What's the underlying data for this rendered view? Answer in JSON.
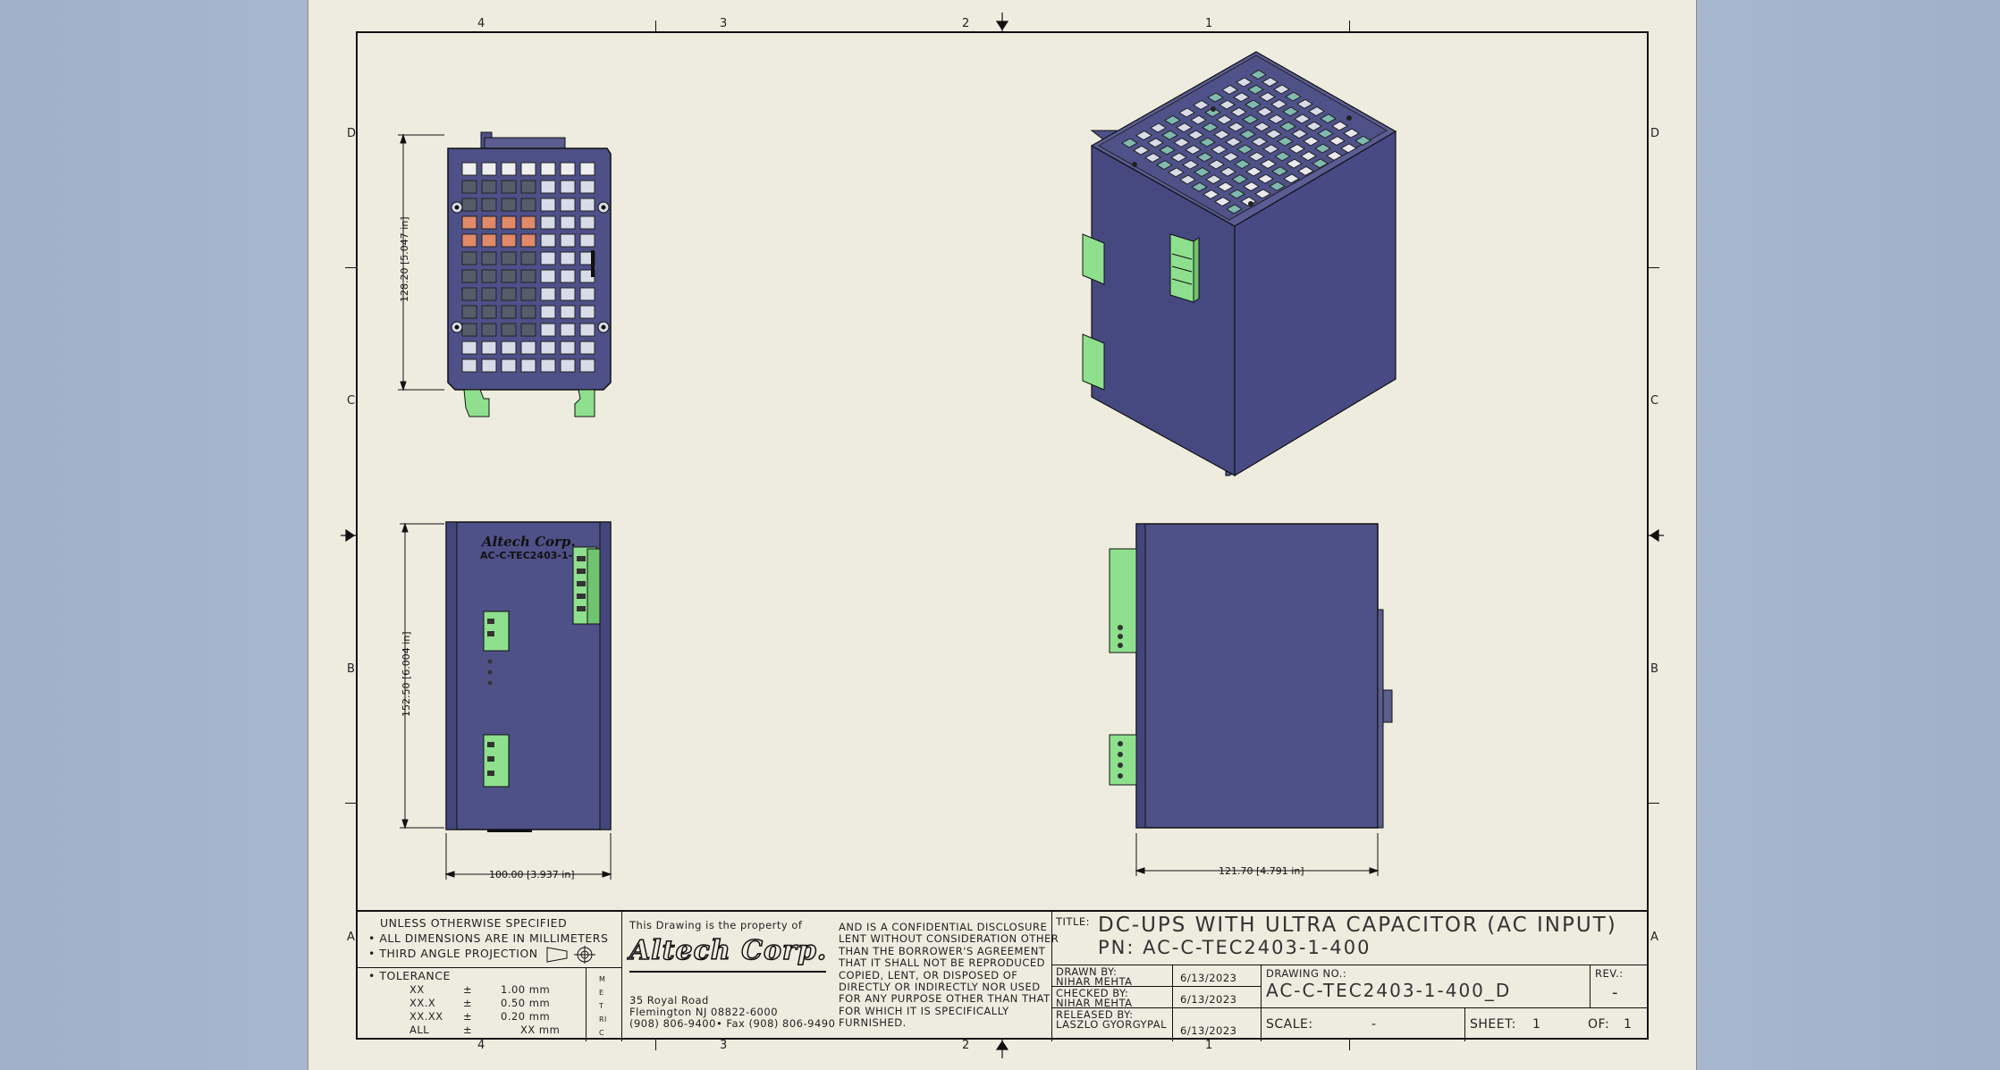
{
  "zones": {
    "top": [
      "4",
      "3",
      "2",
      "1"
    ],
    "bottom": [
      "4",
      "3",
      "2",
      "1"
    ],
    "left": [
      "D",
      "C",
      "B",
      "A"
    ],
    "right": [
      "D",
      "C",
      "B",
      "A"
    ]
  },
  "dimensions": {
    "front_height": "128.20 [5.047 in]",
    "side_height": "152.50 [6.004 in]",
    "side_width": "100.00 [3.937 in]",
    "rear_width": "121.70 [4.791 in]"
  },
  "product_label": {
    "brand": "Altech Corp.",
    "part": "AC-C-TEC2403-1-400"
  },
  "notes": {
    "unless": "UNLESS OTHERWISE SPECIFIED",
    "dims": "• ALL DIMENSIONS ARE IN MILLIMETERS",
    "projection": "• THIRD ANGLE PROJECTION",
    "tolerance_title": "• TOLERANCE",
    "tolerances": [
      {
        "fmt": "XX",
        "sym": "±",
        "val": "1.00 mm"
      },
      {
        "fmt": "XX.X",
        "sym": "±",
        "val": "0.50 mm"
      },
      {
        "fmt": "XX.XX",
        "sym": "±",
        "val": "0.20 mm"
      },
      {
        "fmt": "ALL",
        "sym": "±",
        "val": "XX mm"
      }
    ],
    "metric": "METRIC"
  },
  "company": {
    "property": "This Drawing is the property of",
    "name": "Altech Corp.",
    "address1": "35 Royal Road",
    "address2": "Flemington NJ 08822-6000",
    "phone": "(908) 806-9400• Fax (908) 806-9490"
  },
  "disclosure": [
    "AND IS A CONFIDENTIAL DISCLOSURE",
    "LENT WITHOUT CONSIDERATION OTHER",
    "THAN THE BORROWER'S AGREEMENT",
    "THAT IT SHALL NOT BE REPRODUCED",
    "COPIED, LENT, OR DISPOSED OF",
    "DIRECTLY OR INDIRECTLY NOR USED",
    "FOR ANY PURPOSE OTHER THAN THAT",
    "FOR WHICH IT IS SPECIFICALLY",
    "FURNISHED."
  ],
  "title_block": {
    "title_label": "TITLE:",
    "title_line1": "DC-UPS WITH ULTRA CAPACITOR (AC INPUT)",
    "title_line2": "PN: AC-C-TEC2403-1-400",
    "drawn_by_label": "DRAWN BY:",
    "drawn_by": "NIHAR MEHTA",
    "drawn_date": "6/13/2023",
    "checked_by_label": "CHECKED BY:",
    "checked_by": "NIHAR MEHTA",
    "checked_date": "6/13/2023",
    "released_by_label": "RELEASED BY:",
    "released_by": "LASZLO GYORGYPAL",
    "released_date": "6/13/2023",
    "drawing_no_label": "DRAWING NO.:",
    "drawing_no": "AC-C-TEC2403-1-400_D",
    "rev_label": "REV.:",
    "rev": "-",
    "scale_label": "SCALE:",
    "scale": "-",
    "sheet_label": "SHEET:",
    "sheet": "1",
    "of_label": "OF:",
    "of": "1"
  },
  "colors": {
    "sheet": "#eeecdf",
    "housing": "#4e5088",
    "housing_dark": "#3d3f70",
    "terminal_green": "#8ee08e",
    "cell_light": "#d8dbe8",
    "cell_dark": "#555c6a",
    "cell_orange": "#e08a6a",
    "cell_teal": "#7fb9b0"
  }
}
